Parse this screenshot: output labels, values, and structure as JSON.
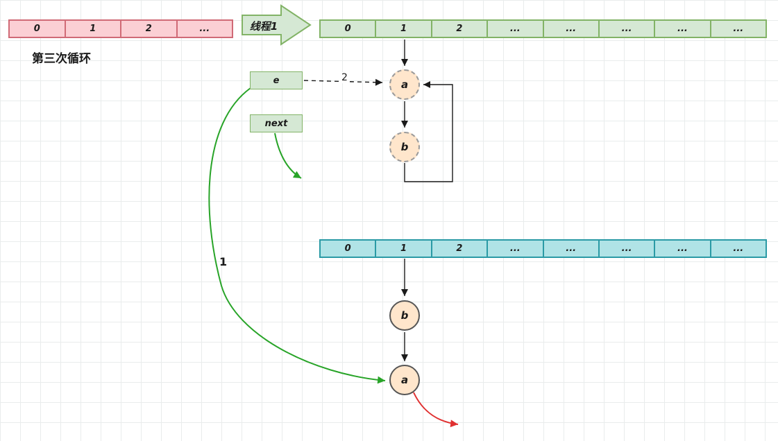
{
  "caption": "第三次循环",
  "thread_arrow_label": "线程1",
  "boxes": {
    "e": "e",
    "next": "next"
  },
  "annotations": {
    "step1": "1",
    "step2": "2"
  },
  "nodes": {
    "top_a": "a",
    "top_b": "b",
    "bottom_b": "b",
    "bottom_a": "a"
  },
  "arrays": {
    "old_table": {
      "cells": [
        "0",
        "1",
        "2",
        "..."
      ]
    },
    "thread_table": {
      "cells": [
        "0",
        "1",
        "2",
        "...",
        "...",
        "...",
        "...",
        "..."
      ]
    },
    "rehash_table": {
      "cells": [
        "0",
        "1",
        "2",
        "...",
        "...",
        "...",
        "...",
        "..."
      ]
    }
  },
  "colors": {
    "pink_fill": "#fbcfd4",
    "pink_stroke": "#d06a76",
    "green_fill": "#d5e8d4",
    "green_stroke": "#82b366",
    "cyan_fill": "#b0e3e6",
    "cyan_stroke": "#2a9aa5",
    "node_fill": "#ffe6cc",
    "arrow_green": "#28a428",
    "arrow_red": "#e03030",
    "arrow_black": "#1a1a1a"
  }
}
